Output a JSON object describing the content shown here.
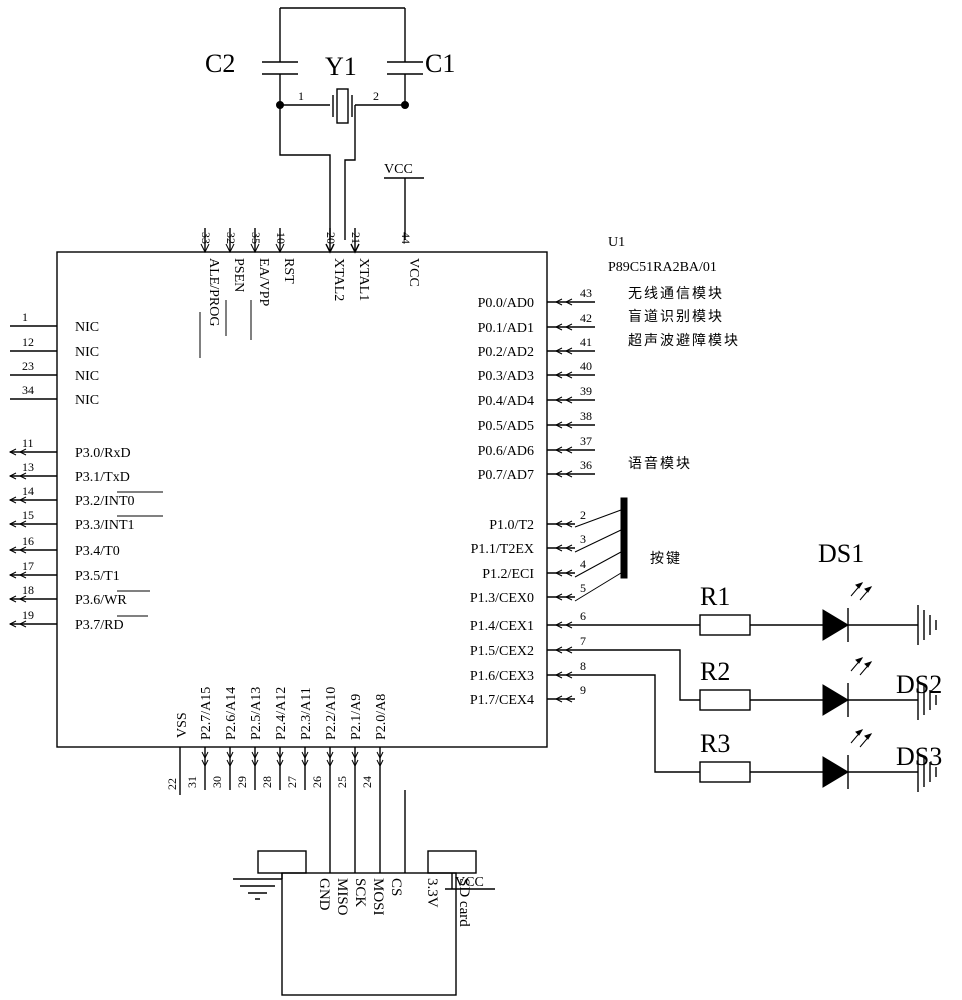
{
  "chip": {
    "ref": "U1",
    "part": "P89C51RA2BA/01",
    "vss_label": "VSS",
    "vss_pin": "22",
    "top_pins": [
      {
        "num": "33",
        "name": "ALE/PROG"
      },
      {
        "num": "32",
        "name": "PSEN"
      },
      {
        "num": "35",
        "name": "EA/VPP"
      },
      {
        "num": "10",
        "name": "RST"
      },
      {
        "num": "20",
        "name": "XTAL2"
      },
      {
        "num": "21",
        "name": "XTAL1"
      },
      {
        "num": "44",
        "name": "VCC"
      }
    ],
    "left_pins": [
      {
        "num": "1",
        "name": "NIC"
      },
      {
        "num": "12",
        "name": "NIC"
      },
      {
        "num": "23",
        "name": "NIC"
      },
      {
        "num": "34",
        "name": "NIC"
      },
      {
        "num": "11",
        "name": "P3.0/RxD"
      },
      {
        "num": "13",
        "name": "P3.1/TxD"
      },
      {
        "num": "14",
        "name": "P3.2/INT0"
      },
      {
        "num": "15",
        "name": "P3.3/INT1"
      },
      {
        "num": "16",
        "name": "P3.4/T0"
      },
      {
        "num": "17",
        "name": "P3.5/T1"
      },
      {
        "num": "18",
        "name": "P3.6/WR"
      },
      {
        "num": "19",
        "name": "P3.7/RD"
      }
    ],
    "right_pins": [
      {
        "num": "43",
        "name": "P0.0/AD0"
      },
      {
        "num": "42",
        "name": "P0.1/AD1"
      },
      {
        "num": "41",
        "name": "P0.2/AD2"
      },
      {
        "num": "40",
        "name": "P0.3/AD3"
      },
      {
        "num": "39",
        "name": "P0.4/AD4"
      },
      {
        "num": "38",
        "name": "P0.5/AD5"
      },
      {
        "num": "37",
        "name": "P0.6/AD6"
      },
      {
        "num": "36",
        "name": "P0.7/AD7"
      },
      {
        "num": "2",
        "name": "P1.0/T2"
      },
      {
        "num": "3",
        "name": "P1.1/T2EX"
      },
      {
        "num": "4",
        "name": "P1.2/ECI"
      },
      {
        "num": "5",
        "name": "P1.3/CEX0"
      },
      {
        "num": "6",
        "name": "P1.4/CEX1"
      },
      {
        "num": "7",
        "name": "P1.5/CEX2"
      },
      {
        "num": "8",
        "name": "P1.6/CEX3"
      },
      {
        "num": "9",
        "name": "P1.7/CEX4"
      }
    ],
    "bottom_pins": [
      {
        "num": "31",
        "name": "P2.7/A15"
      },
      {
        "num": "30",
        "name": "P2.6/A14"
      },
      {
        "num": "29",
        "name": "P2.5/A13"
      },
      {
        "num": "28",
        "name": "P2.4/A12"
      },
      {
        "num": "27",
        "name": "P2.3/A11"
      },
      {
        "num": "26",
        "name": "P2.2/A10"
      },
      {
        "num": "25",
        "name": "P2.1/A9"
      },
      {
        "num": "24",
        "name": "P2.0/A8"
      }
    ]
  },
  "crystal": {
    "ref": "Y1",
    "c2": "C2",
    "c1": "C1",
    "pin1": "1",
    "pin2": "2"
  },
  "vcc_top": "VCC",
  "modules": {
    "wireless": "无线通信模块",
    "blind_lane": "盲道识别模块",
    "ultrasonic": "超声波避障模块",
    "voice": "语音模块",
    "keys": "按键"
  },
  "leds": [
    {
      "resistor": "R1",
      "diode": "DS1"
    },
    {
      "resistor": "R2",
      "diode": "DS2"
    },
    {
      "resistor": "R3",
      "diode": "DS3"
    }
  ],
  "sd_card": {
    "label": "SD card",
    "vcc": "VCC",
    "pins": [
      "GND",
      "MISO",
      "SCK",
      "MOSI",
      "CS",
      "3.3V"
    ]
  }
}
